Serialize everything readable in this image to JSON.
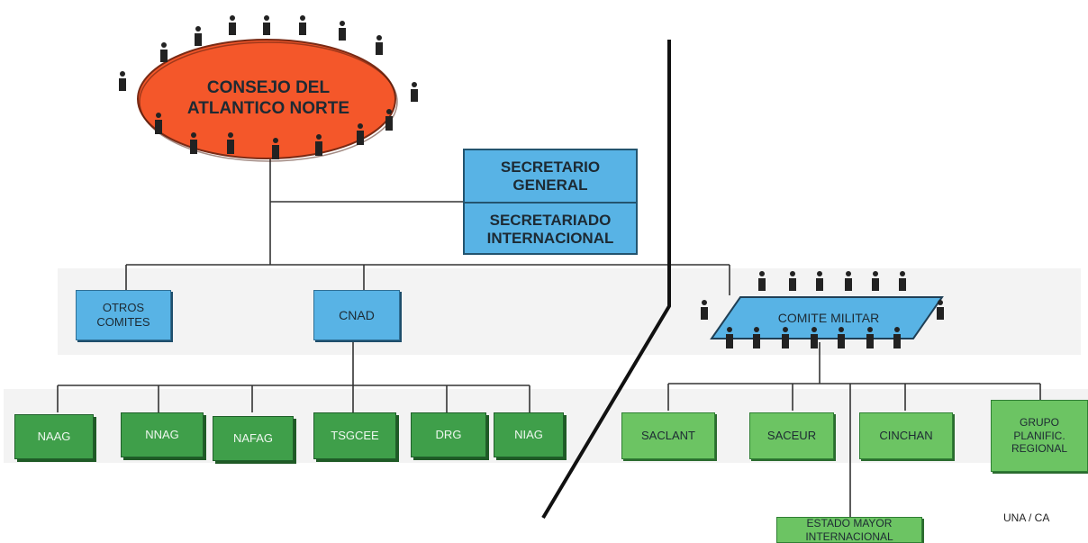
{
  "council": {
    "label": "CONSEJO DEL\nATLANTICO NORTE"
  },
  "secretariat": {
    "general": "SECRETARIO\nGENERAL",
    "international": "SECRETARIADO\nINTERNACIONAL"
  },
  "civil_committees": {
    "others": "OTROS\nCOMITES",
    "cnad": "CNAD"
  },
  "military_committee": {
    "label": "COMITE MILITAR"
  },
  "cnad_groups": [
    "NAAG",
    "NNAG",
    "NAFAG",
    "TSGCEE",
    "DRG",
    "NIAG"
  ],
  "commands": [
    "SACLANT",
    "SACEUR",
    "CINCHAN",
    "GRUPO\nPLANIFIC.\nREGIONAL"
  ],
  "international_staff": {
    "label": "ESTADO MAYOR\nINTERNACIONAL"
  },
  "source": "UNA / CA",
  "colors": {
    "council": "#f4572a",
    "committee_blue": "#58b3e5",
    "group_dark_green": "#3f9f4a",
    "group_light_green": "#6cc463"
  }
}
